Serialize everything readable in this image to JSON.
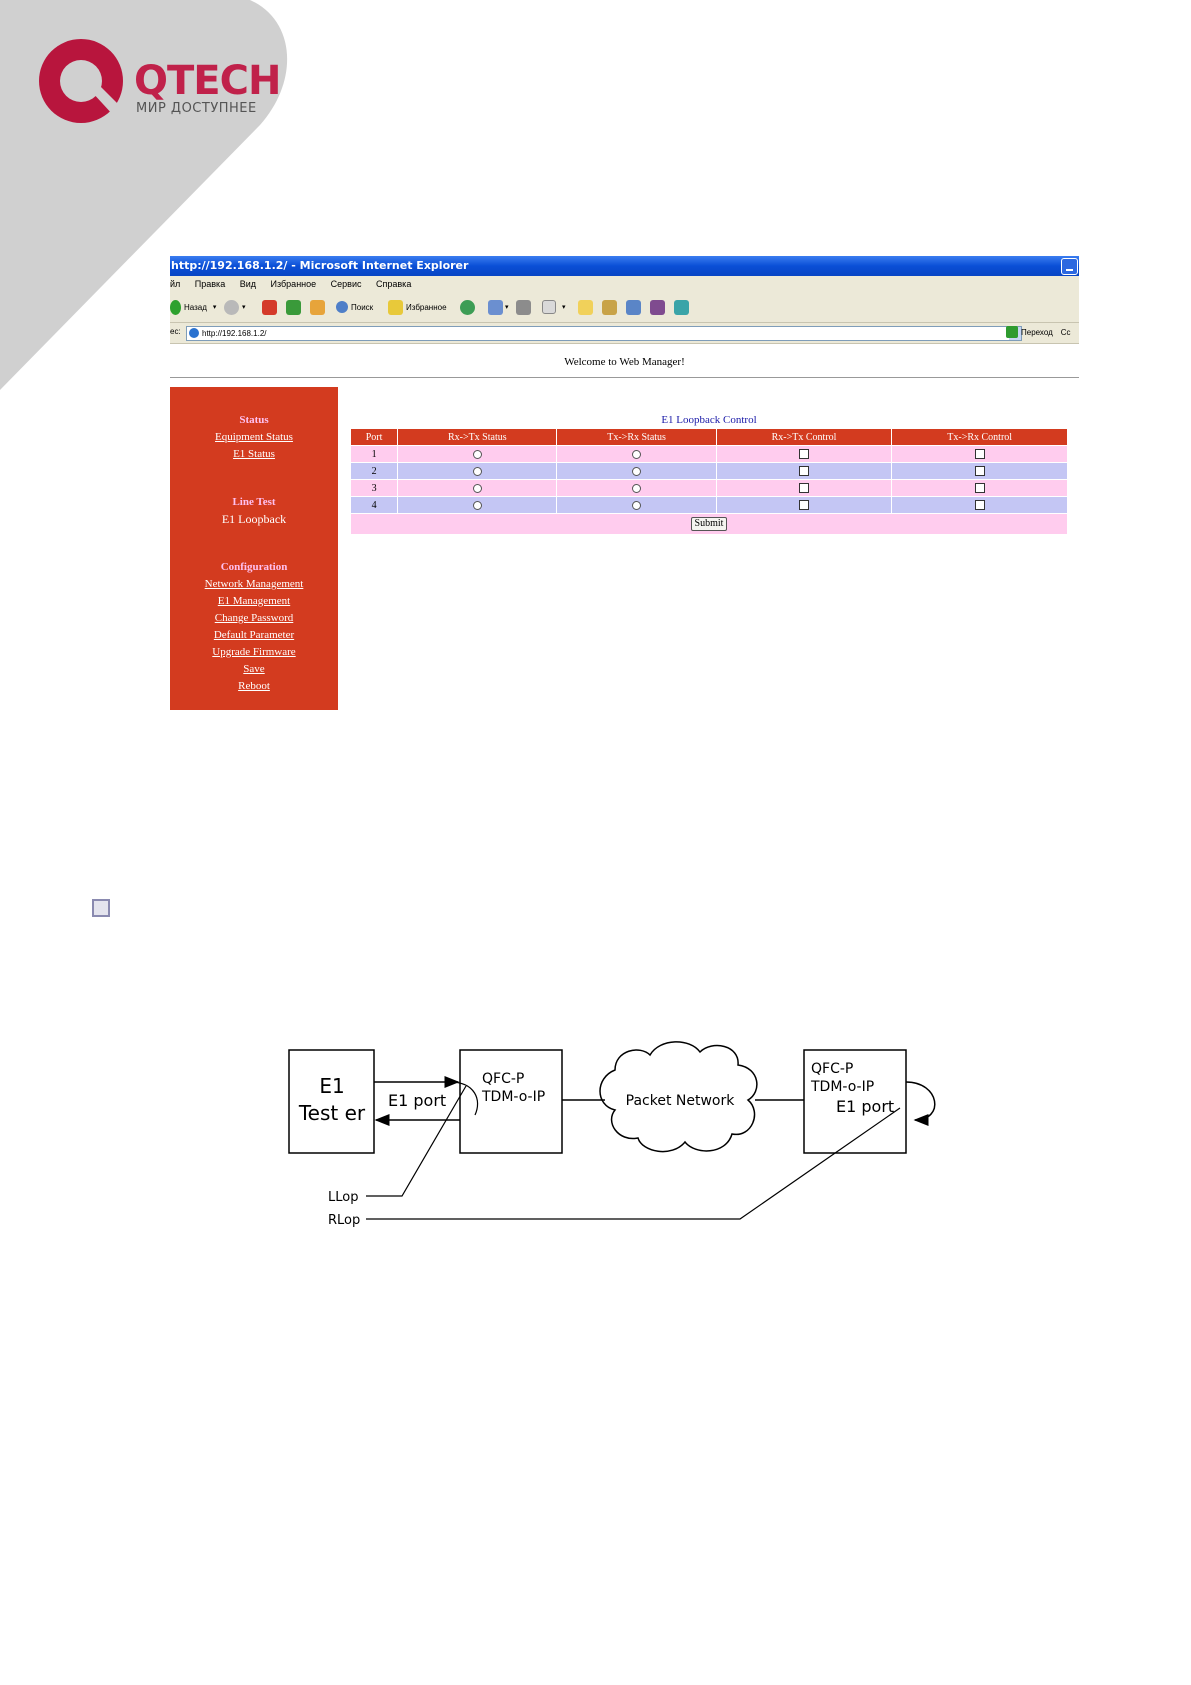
{
  "brand": {
    "name": "QTECH",
    "slogan": "МИР ДОСТУПНЕЕ",
    "accent": "#c0214a"
  },
  "browser": {
    "title": "http://192.168.1.2/ - Microsoft Internet Explorer",
    "menu": [
      "йл",
      "Правка",
      "Вид",
      "Избранное",
      "Сервис",
      "Справка"
    ],
    "toolbar": {
      "back": "Назад",
      "search": "Поиск",
      "favorites": "Избранное"
    },
    "address_label": "ес:",
    "address": "http://192.168.1.2/",
    "go": "Переход",
    "links_cut": "Сс"
  },
  "page": {
    "welcome": "Welcome to Web Manager!",
    "sidebar": {
      "status_heading": "Status",
      "status_links": [
        "Equipment Status",
        "E1 Status"
      ],
      "linetest_heading": "Line Test",
      "linetest_current": "E1 Loopback",
      "config_heading": "Configuration",
      "config_links": [
        "Network Management",
        "E1 Management",
        "Change Password",
        "Default Parameter",
        "Upgrade Firmware",
        "Save",
        "Reboot"
      ],
      "color": "#d33b1f"
    },
    "loopback": {
      "title": "E1 Loopback Control",
      "headers": [
        "Port",
        "Rx->Tx Status",
        "Tx->Rx Status",
        "Rx->Tx Control",
        "Tx->Rx Control"
      ],
      "ports": [
        "1",
        "2",
        "3",
        "4"
      ],
      "submit": "Submit"
    }
  },
  "diagram": {
    "tester": [
      "E1",
      "Test er"
    ],
    "local_port": "E1  port",
    "local_device": [
      "QFC-P",
      "TDM-o-IP"
    ],
    "network": "Packet  Network",
    "remote_device": [
      "QFC-P",
      "TDM-o-IP"
    ],
    "remote_port": "E1  port",
    "llop": "LLop",
    "rlop": "RLop"
  }
}
